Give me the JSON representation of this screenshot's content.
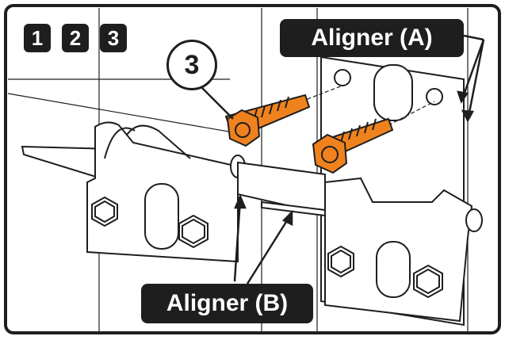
{
  "steps": [
    "1",
    "2",
    "3"
  ],
  "part_number": "3",
  "labels": {
    "aligner_a": "Aligner (A)",
    "aligner_b": "Aligner (B)"
  },
  "colors": {
    "screw": "#f0821e",
    "line": "#1e1e1e",
    "background": "#ffffff"
  }
}
